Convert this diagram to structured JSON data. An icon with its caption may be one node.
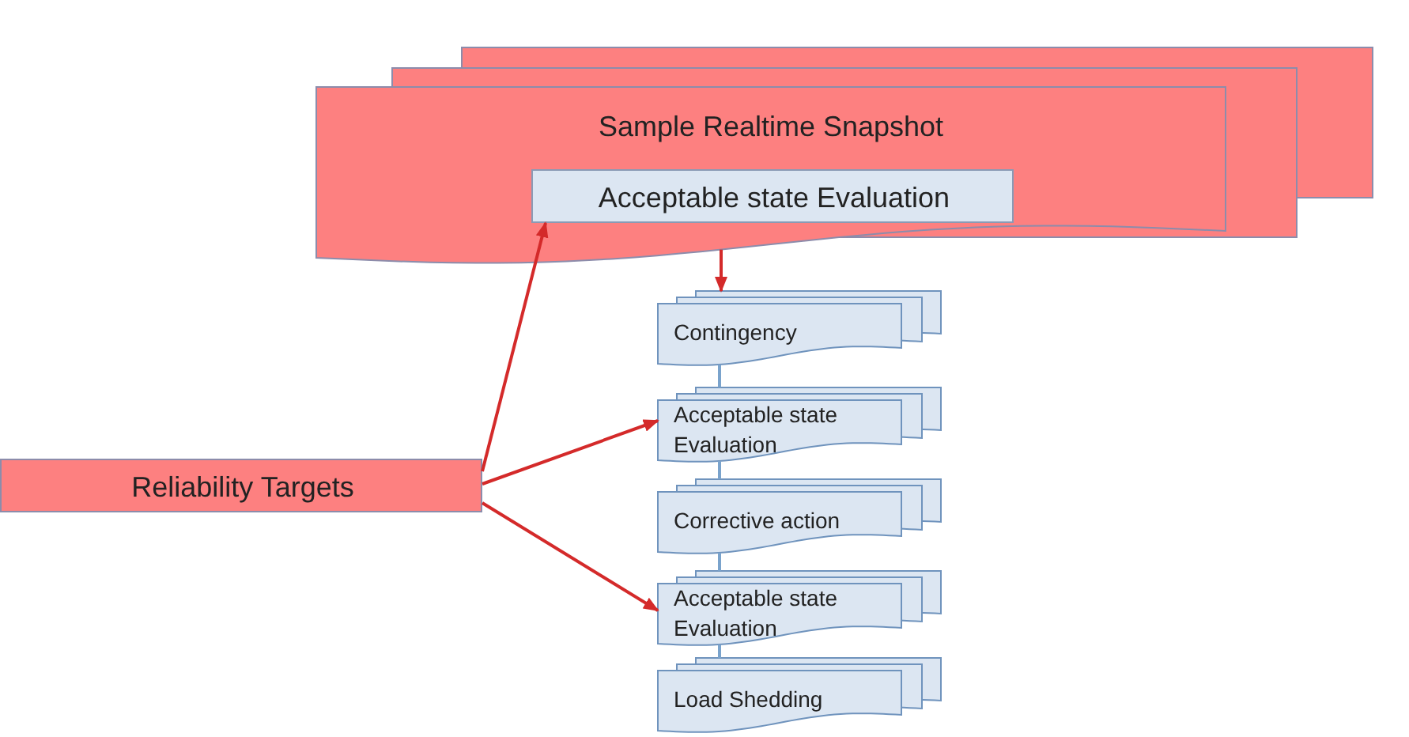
{
  "diagram": {
    "nodes": [
      {
        "text": [
          "Sample Realtime Snapshot"
        ]
      },
      {
        "text": [
          "Acceptable state Evaluation"
        ],
        "in": 0
      },
      {
        "text": [
          "Contingency"
        ]
      },
      {
        "text": [
          "Acceptable state Evaluation"
        ]
      },
      {
        "text": [
          "Corrective action"
        ]
      },
      {
        "text": [
          "Acceptable state Evaluation"
        ]
      },
      {
        "text": [
          "Load Shedding"
        ]
      },
      {
        "text": [
          "Reliability Targets"
        ]
      }
    ],
    "edges": [
      {
        "from": 0,
        "to": 2,
        "arrow": "to",
        "color": "#d42a2a"
      },
      {
        "from": 2,
        "to": 3,
        "arrow": "none",
        "color": "#7aa3cc"
      },
      {
        "from": 3,
        "to": 4,
        "arrow": "none",
        "color": "#7aa3cc"
      },
      {
        "from": 4,
        "to": 5,
        "arrow": "none",
        "color": "#7aa3cc"
      },
      {
        "from": 5,
        "to": 6,
        "arrow": "none",
        "color": "#7aa3cc"
      },
      {
        "from": 7,
        "to": 1,
        "arrow": "to",
        "color": "#d42a2a"
      },
      {
        "from": 7,
        "to": 3,
        "arrow": "to",
        "color": "#d42a2a"
      },
      {
        "from": 7,
        "to": 5,
        "arrow": "to",
        "color": "#d42a2a"
      }
    ]
  }
}
